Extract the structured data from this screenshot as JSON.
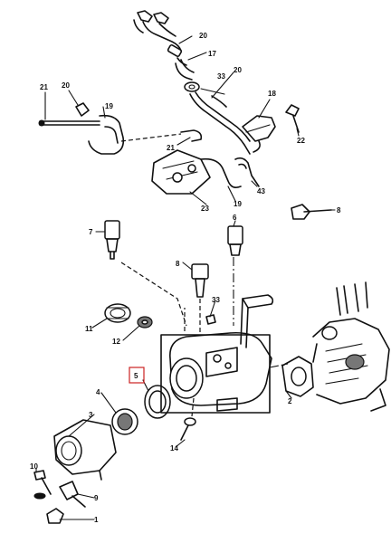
{
  "figure": {
    "callouts": [
      {
        "id": "c21a",
        "label": "21"
      },
      {
        "id": "c20a",
        "label": "20"
      },
      {
        "id": "c19a",
        "label": "19"
      },
      {
        "id": "c20b",
        "label": "20"
      },
      {
        "id": "c17",
        "label": "17"
      },
      {
        "id": "c33a",
        "label": "33"
      },
      {
        "id": "c20c",
        "label": "20"
      },
      {
        "id": "c18",
        "label": "18"
      },
      {
        "id": "c22",
        "label": "22"
      },
      {
        "id": "c21b",
        "label": "21"
      },
      {
        "id": "c43",
        "label": "43"
      },
      {
        "id": "c19b",
        "label": "19"
      },
      {
        "id": "c23",
        "label": "23"
      },
      {
        "id": "c8a",
        "label": "8"
      },
      {
        "id": "c7",
        "label": "7"
      },
      {
        "id": "c6",
        "label": "6"
      },
      {
        "id": "c8b",
        "label": "8"
      },
      {
        "id": "c33b",
        "label": "33"
      },
      {
        "id": "c11",
        "label": "11"
      },
      {
        "id": "c12",
        "label": "12"
      },
      {
        "id": "c5",
        "label": "5",
        "highlighted": true
      },
      {
        "id": "c4",
        "label": "4"
      },
      {
        "id": "c2",
        "label": "2"
      },
      {
        "id": "c3",
        "label": "3"
      },
      {
        "id": "c14",
        "label": "14"
      },
      {
        "id": "c10",
        "label": "10"
      },
      {
        "id": "c9",
        "label": "9"
      },
      {
        "id": "c1",
        "label": "1"
      }
    ],
    "highlight_color": "#cc2222",
    "ink_color": "#111111"
  }
}
